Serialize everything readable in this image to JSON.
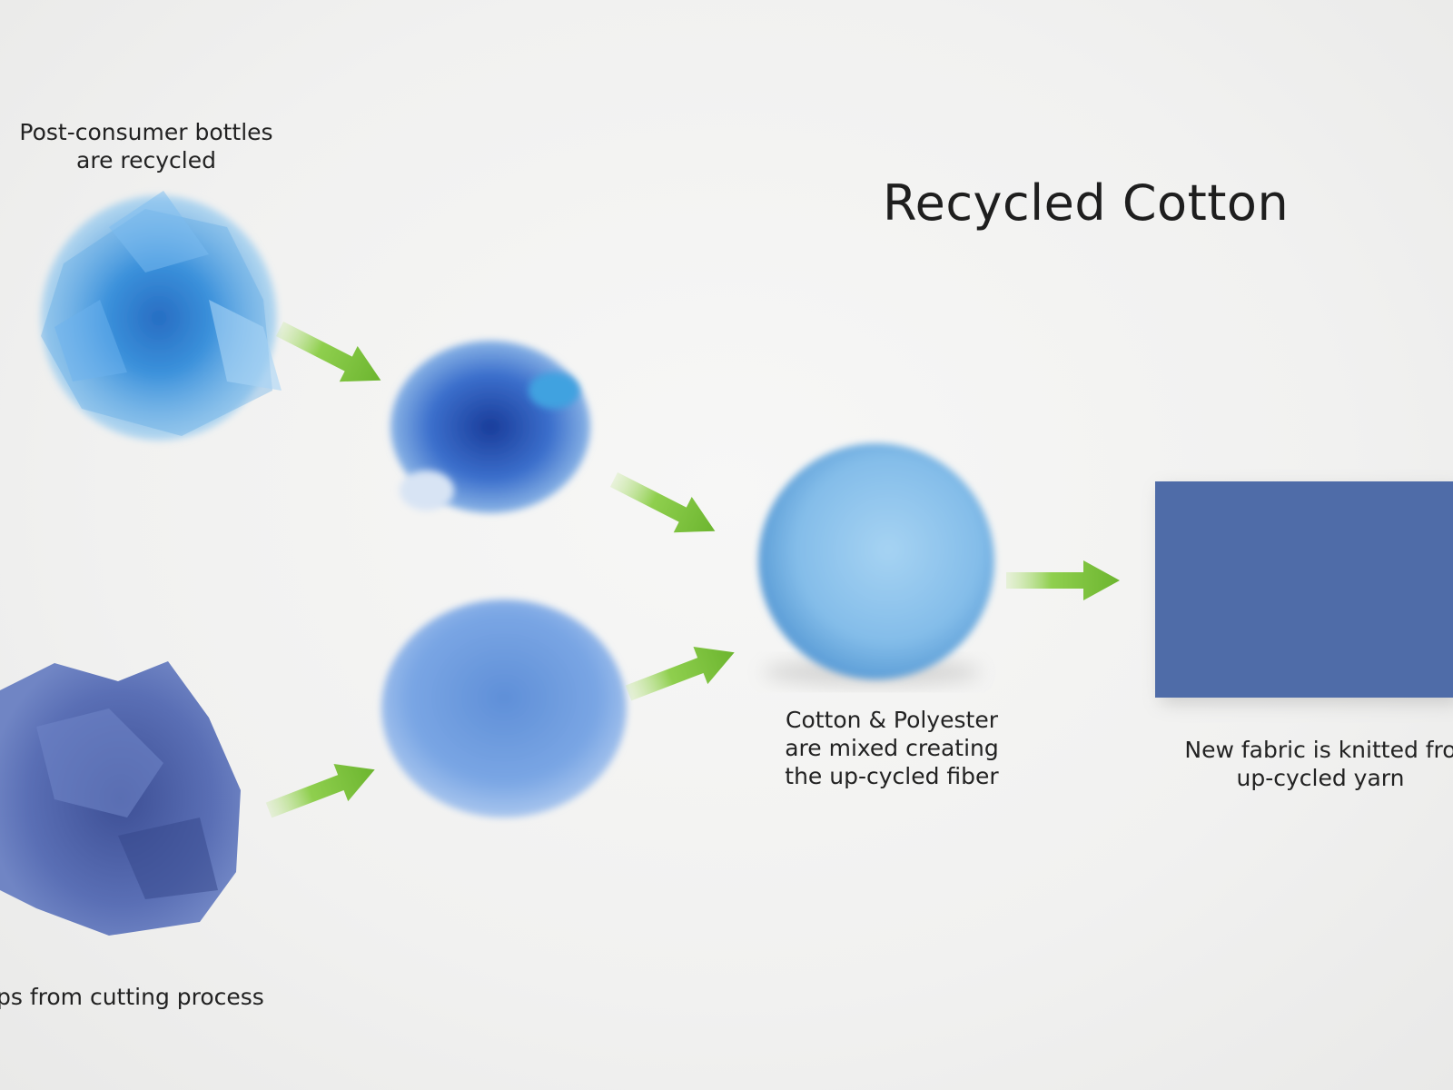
{
  "title": "Recycled Cotton",
  "steps": {
    "bottles": {
      "line1": "Post-consumer bottles",
      "line2": "are recycled"
    },
    "scraps": {
      "line1": "ps from cutting process"
    },
    "mixed": {
      "line1": "Cotton & Polyester",
      "line2": "are mixed creating",
      "line3": "the up-cycled fiber"
    },
    "fabric": {
      "line1": "New fabric is knitted fro",
      "line2": "up-cycled yarn"
    }
  },
  "colors": {
    "arrow": "#7dc242",
    "fabric": "#4f6da6",
    "fiber_light": "#8cc3ea",
    "fiber_dark": "#2a5bb0",
    "bottles": "#3a8fd6",
    "scraps": "#4e63a8"
  }
}
